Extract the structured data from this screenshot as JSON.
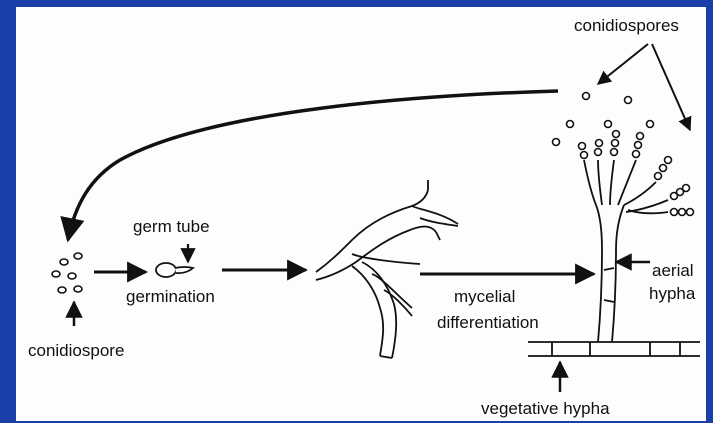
{
  "colors": {
    "frame": "#1a3fa8",
    "panel": "#fdfdfd",
    "ink": "#111111"
  },
  "labels": {
    "conidiospores": "conidiospores",
    "germ_tube": "germ tube",
    "germination": "germination",
    "conidiospore": "conidiospore",
    "mycelial": "mycelial",
    "differentiation": "differentiation",
    "aerial": "aerial",
    "hypha": "hypha",
    "vegetative_hypha": "vegetative hypha"
  }
}
